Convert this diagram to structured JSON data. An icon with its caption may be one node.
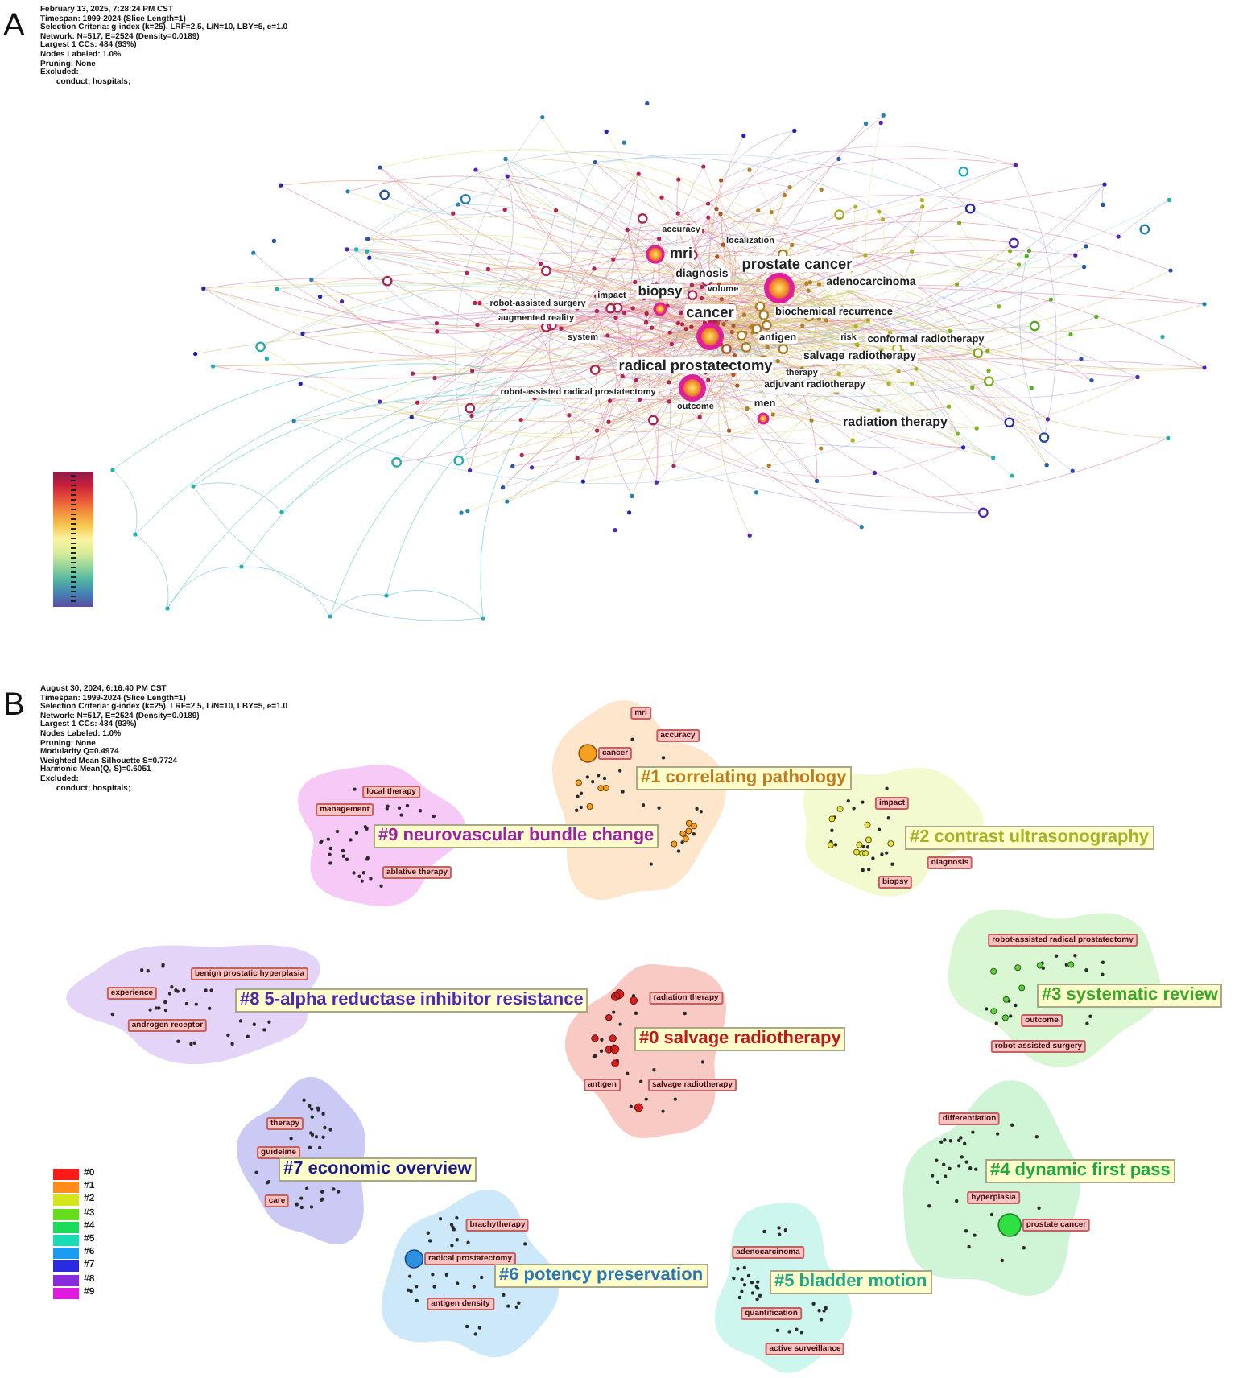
{
  "diagram": {
    "nodes": [
      {
        "text": [
          "#1 correlating pathology"
        ]
      },
      {
        "text": [
          "mri"
        ],
        "in": 0
      },
      {
        "text": [
          "cancer"
        ],
        "in": 0
      },
      {
        "text": [
          "accuracy"
        ],
        "in": 0
      },
      {
        "text": [
          "#9 neurovascular bundle change"
        ]
      },
      {
        "text": [
          "local therapy"
        ],
        "in": 4
      },
      {
        "text": [
          "management"
        ],
        "in": 4
      },
      {
        "text": [
          "ablative therapy"
        ],
        "in": 4
      },
      {
        "text": [
          "#2 contrast ultrasonography"
        ]
      },
      {
        "text": [
          "impact"
        ],
        "in": 8
      },
      {
        "text": [
          "diagnosis"
        ],
        "in": 8
      },
      {
        "text": [
          "biopsy"
        ],
        "in": 8
      },
      {
        "text": [
          "#3 systematic review"
        ]
      },
      {
        "text": [
          "robot-assisted radical prostatectomy"
        ],
        "in": 12
      },
      {
        "text": [
          "outcome"
        ],
        "in": 12
      },
      {
        "text": [
          "robot-assisted surgery"
        ],
        "in": 12
      },
      {
        "text": [
          "#8 5-alpha reductase inhibitor resistance"
        ]
      },
      {
        "text": [
          "benign prostatic hyperplasia"
        ],
        "in": 16
      },
      {
        "text": [
          "experience"
        ],
        "in": 16
      },
      {
        "text": [
          "androgen receptor"
        ],
        "in": 16
      },
      {
        "text": [
          "#0 salvage radiotherapy"
        ]
      },
      {
        "text": [
          "radiation therapy"
        ],
        "in": 20
      },
      {
        "text": [
          "antigen"
        ],
        "in": 20
      },
      {
        "text": [
          "salvage radiotherapy"
        ],
        "in": 20
      },
      {
        "text": [
          "#7 economic overview"
        ]
      },
      {
        "text": [
          "therapy"
        ],
        "in": 24
      },
      {
        "text": [
          "guideline"
        ],
        "in": 24
      },
      {
        "text": [
          "care"
        ],
        "in": 24
      },
      {
        "text": [
          "#4 dynamic first pass"
        ]
      },
      {
        "text": [
          "differentiation"
        ],
        "in": 28
      },
      {
        "text": [
          "hyperplasia"
        ],
        "in": 28
      },
      {
        "text": [
          "prostate cancer"
        ],
        "in": 28
      },
      {
        "text": [
          "#6 potency preservation"
        ]
      },
      {
        "text": [
          "brachytherapy"
        ],
        "in": 32
      },
      {
        "text": [
          "radical prostatectomy"
        ],
        "in": 32
      },
      {
        "text": [
          "antigen density"
        ],
        "in": 32
      },
      {
        "text": [
          "#5 bladder motion"
        ]
      },
      {
        "text": [
          "adenocarcinoma"
        ],
        "in": 36
      },
      {
        "text": [
          "quantification"
        ],
        "in": 36
      },
      {
        "text": [
          "active surveillance"
        ],
        "in": 36
      }
    ],
    "labels": [
      "A",
      "February 13, 2025, 7:28:24 PM CST",
      "Timespan: 1999-2024 (Slice Length=1)",
      "Selection Criteria: g-index (k=25), LRF=2.5, L/N=10, LBY=5, e=1.0",
      "Network: N=517, E=2524 (Density=0.0189)",
      "Largest 1 CCs: 484 (93%)",
      "Nodes Labeled: 1.0%",
      "Pruning: None",
      "Excluded:",
      "conduct; hospitals;",
      "accuracy",
      "localization",
      "mri",
      "prostate cancer",
      "diagnosis",
      "adenocarcinoma",
      "impact",
      "biopsy",
      "volume",
      "robot-assisted surgery",
      "cancer",
      "biochemical recurrence",
      "augmented reality",
      "system",
      "antigen",
      "risk",
      "conformal radiotherapy",
      "salvage radiotherapy",
      "radical prostatectomy",
      "therapy",
      "adjuvant radiotherapy",
      "robot-assisted radical prostatectomy",
      "outcome",
      "men",
      "radiation therapy",
      "B",
      "August 30, 2024, 6:16:40 PM CST",
      "Timespan: 1999-2024 (Slice Length=1)",
      "Selection Criteria: g-index (k=25), LRF=2.5, L/N=10, LBY=5, e=1.0",
      "Network: N=517, E=2524 (Density=0.0189)",
      "Largest 1 CCs: 484 (93%)",
      "Nodes Labeled: 1.0%",
      "Pruning: None",
      "Modularity Q=0.4974",
      "Weighted Mean Silhouette S=0.7724",
      "Harmonic Mean(Q, S)=0.6051",
      "Excluded:",
      "conduct; hospitals;"
    ],
    "legend": [
      {
        "text": "#0",
        "color": "#ff1a1a"
      },
      {
        "text": "#1",
        "color": "#ff8c1a"
      },
      {
        "text": "#2",
        "color": "#d4e61a"
      },
      {
        "text": "#3",
        "color": "#66dd1a"
      },
      {
        "text": "#4",
        "color": "#1adc5a"
      },
      {
        "text": "#5",
        "color": "#1adcb4"
      },
      {
        "text": "#6",
        "color": "#1a9cf0"
      },
      {
        "text": "#7",
        "color": "#2a2ae0"
      },
      {
        "text": "#8",
        "color": "#8a2ae0"
      },
      {
        "text": "#9",
        "color": "#e01ae0"
      }
    ]
  }
}
